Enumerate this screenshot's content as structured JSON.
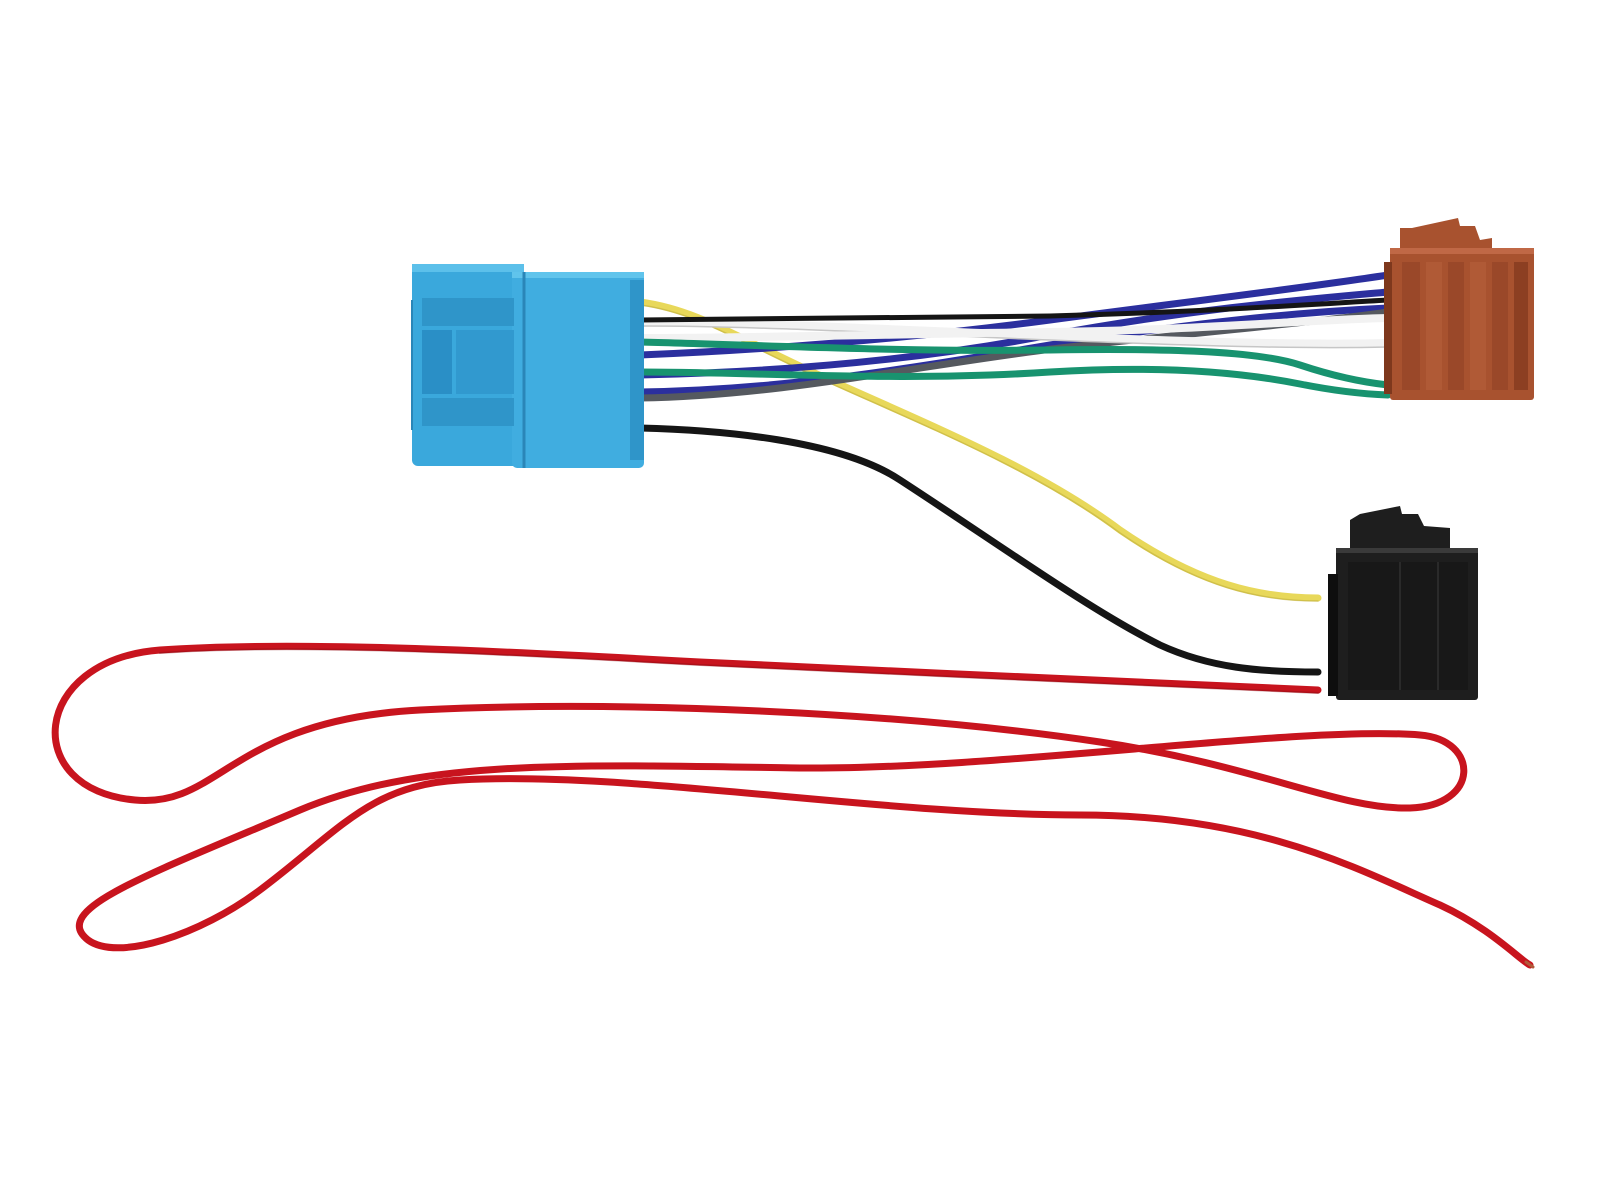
{
  "image": {
    "background": "#ffffff"
  },
  "components": {
    "blue_connector": {
      "color": "#3aa8dc",
      "shade": "#2a8fc6"
    },
    "brown_connector": {
      "color": "#a8522f",
      "shade": "#8c3f22"
    },
    "black_connector": {
      "color": "#1e1e1e",
      "shade": "#0e0e0e"
    }
  },
  "wires": [
    {
      "name": "blue-wire",
      "color": "#2b2f9e"
    },
    {
      "name": "white-wire",
      "color": "#f2f2f2"
    },
    {
      "name": "gray-wire",
      "color": "#55595f"
    },
    {
      "name": "green-wire",
      "color": "#18936f"
    },
    {
      "name": "yellow-wire",
      "color": "#e8d85a"
    },
    {
      "name": "black-wire",
      "color": "#151515"
    },
    {
      "name": "red-wire",
      "color": "#c8141e"
    }
  ]
}
